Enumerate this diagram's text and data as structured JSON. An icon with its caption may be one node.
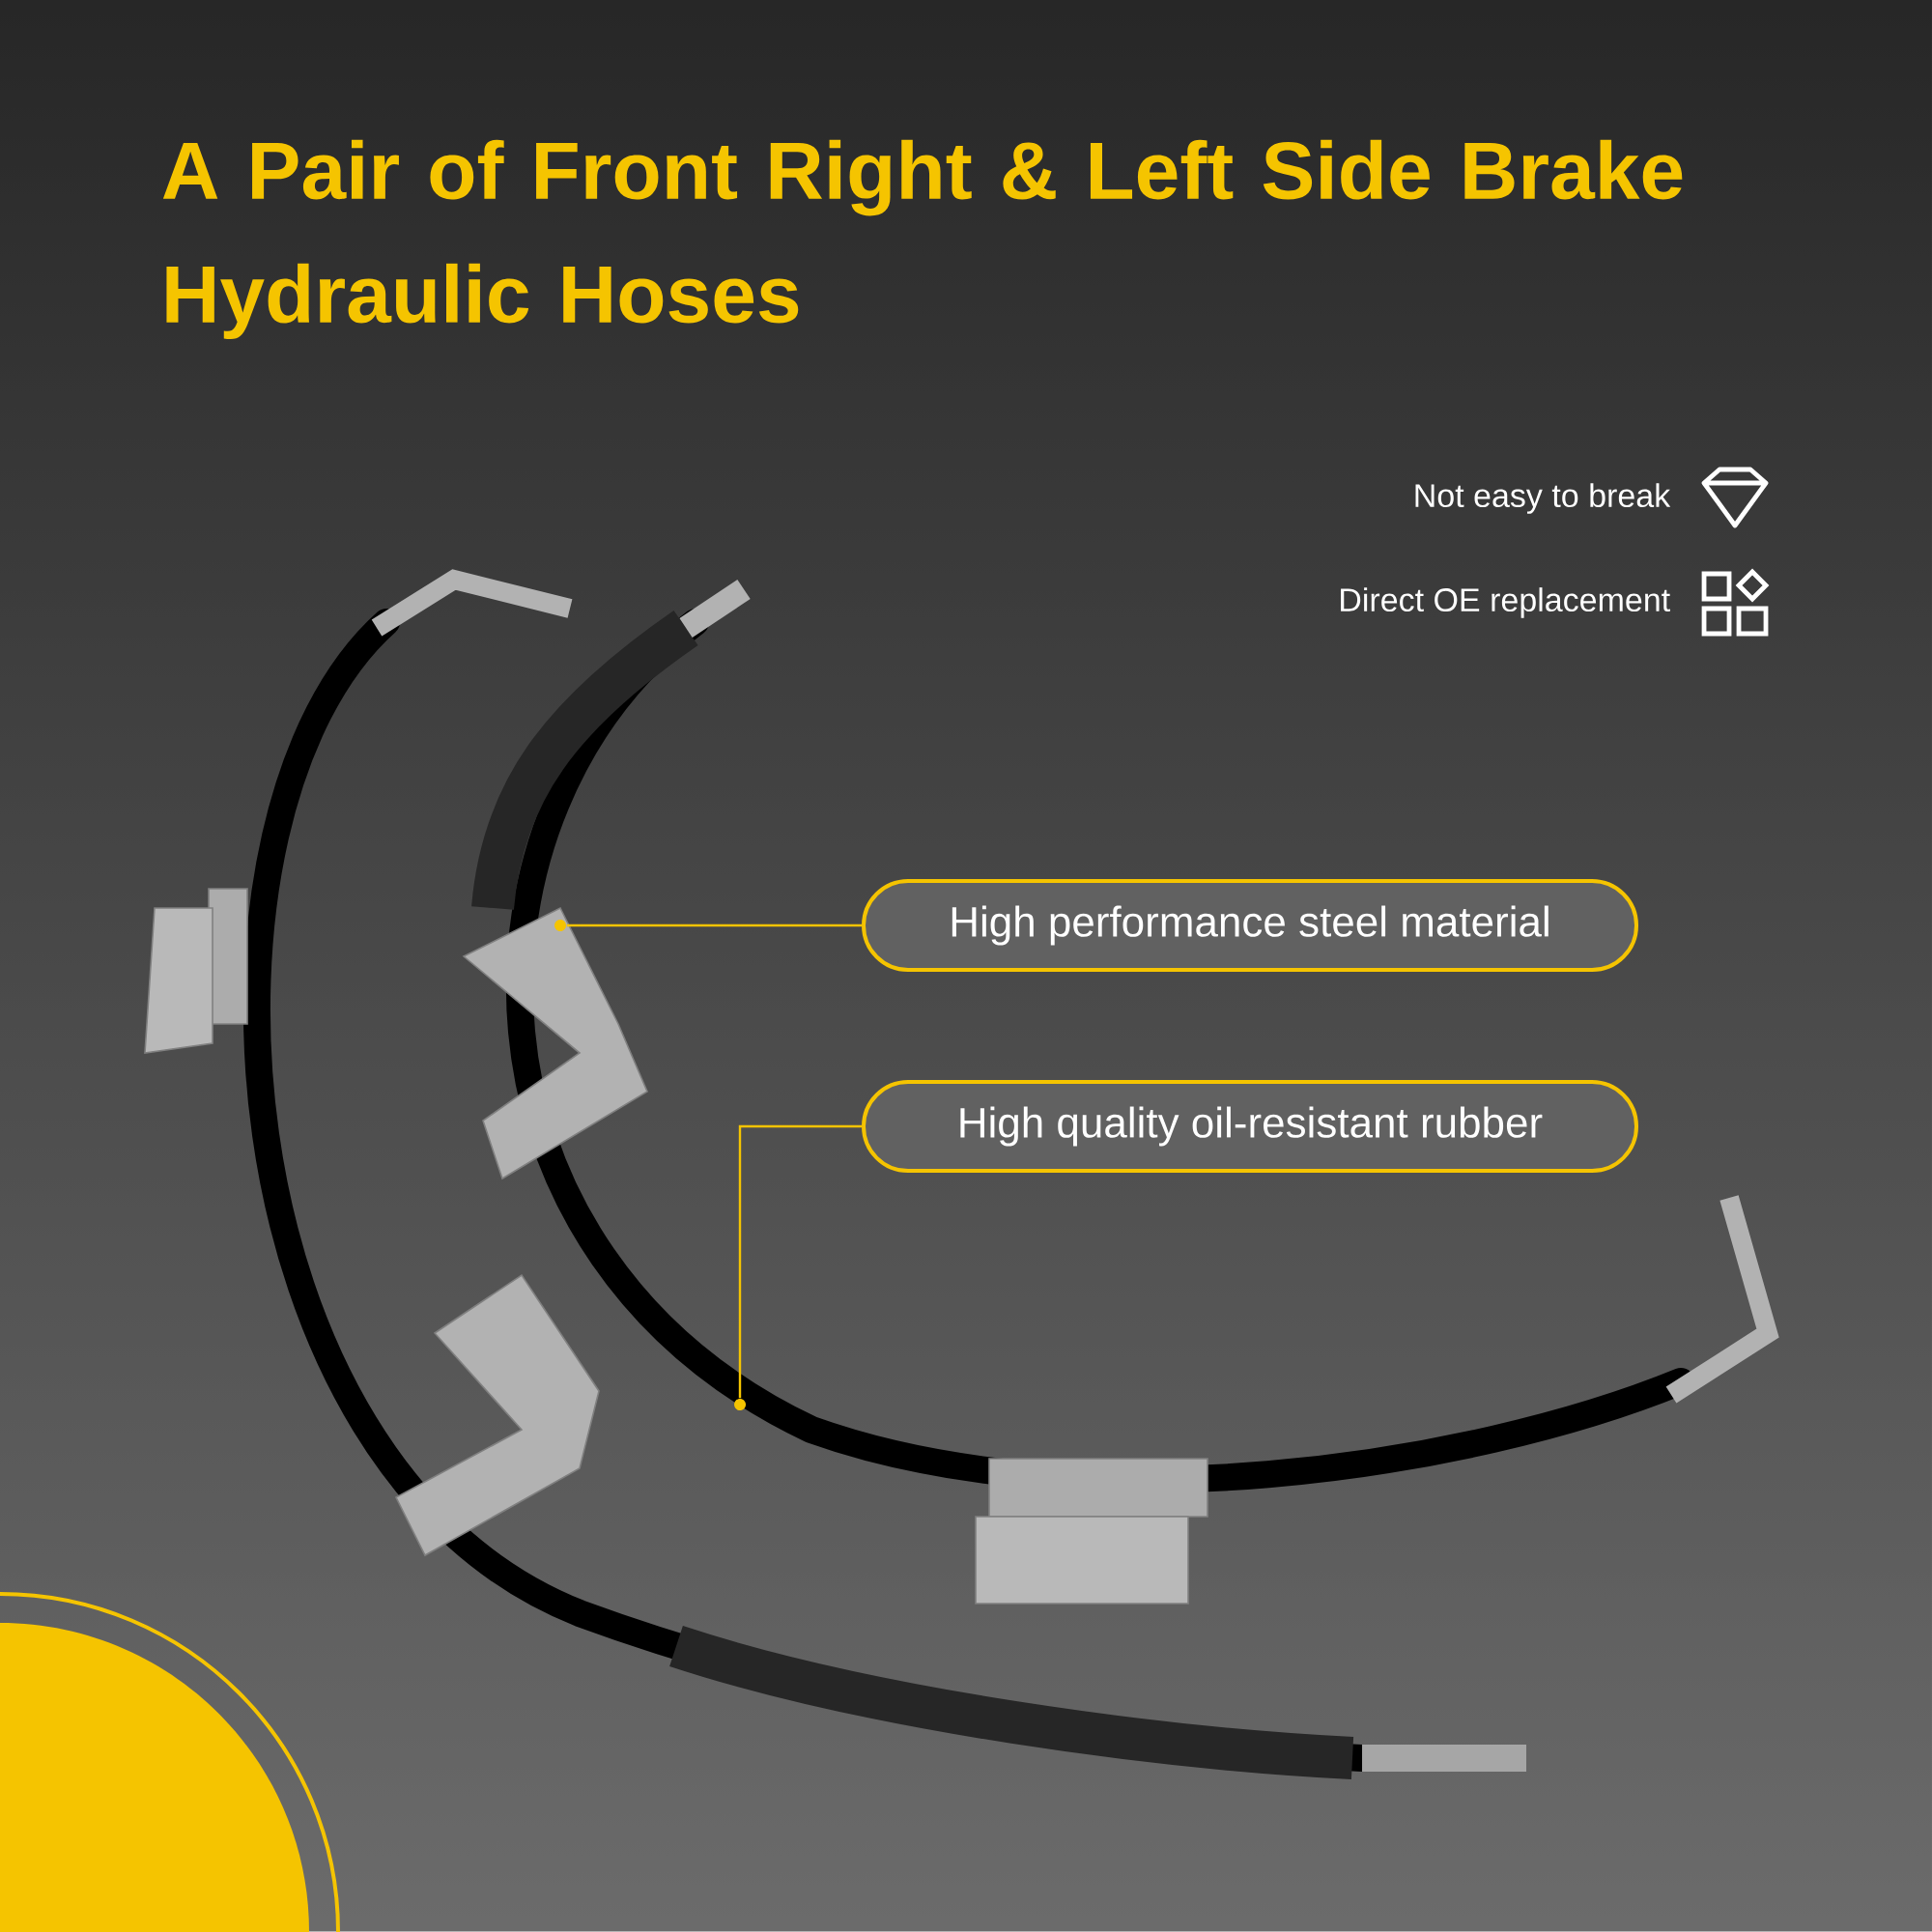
{
  "diagram": {
    "title": "A Pair of Front Right & Left Side Brake Hydraulic Hoses",
    "nodes": [
      {
        "text": [
          "High performance steel material"
        ]
      },
      {
        "text": [],
        "shape": "circle"
      },
      {
        "text": [
          "High quality oil-resistant rubber"
        ]
      },
      {
        "text": [],
        "shape": "circle"
      }
    ],
    "edges": [
      {
        "from": 0,
        "to": 1,
        "arrow": "none"
      },
      {
        "from": 2,
        "to": 3,
        "arrow": "none"
      }
    ],
    "labels": [
      "Not easy to break",
      "Direct OE replacement"
    ]
  }
}
